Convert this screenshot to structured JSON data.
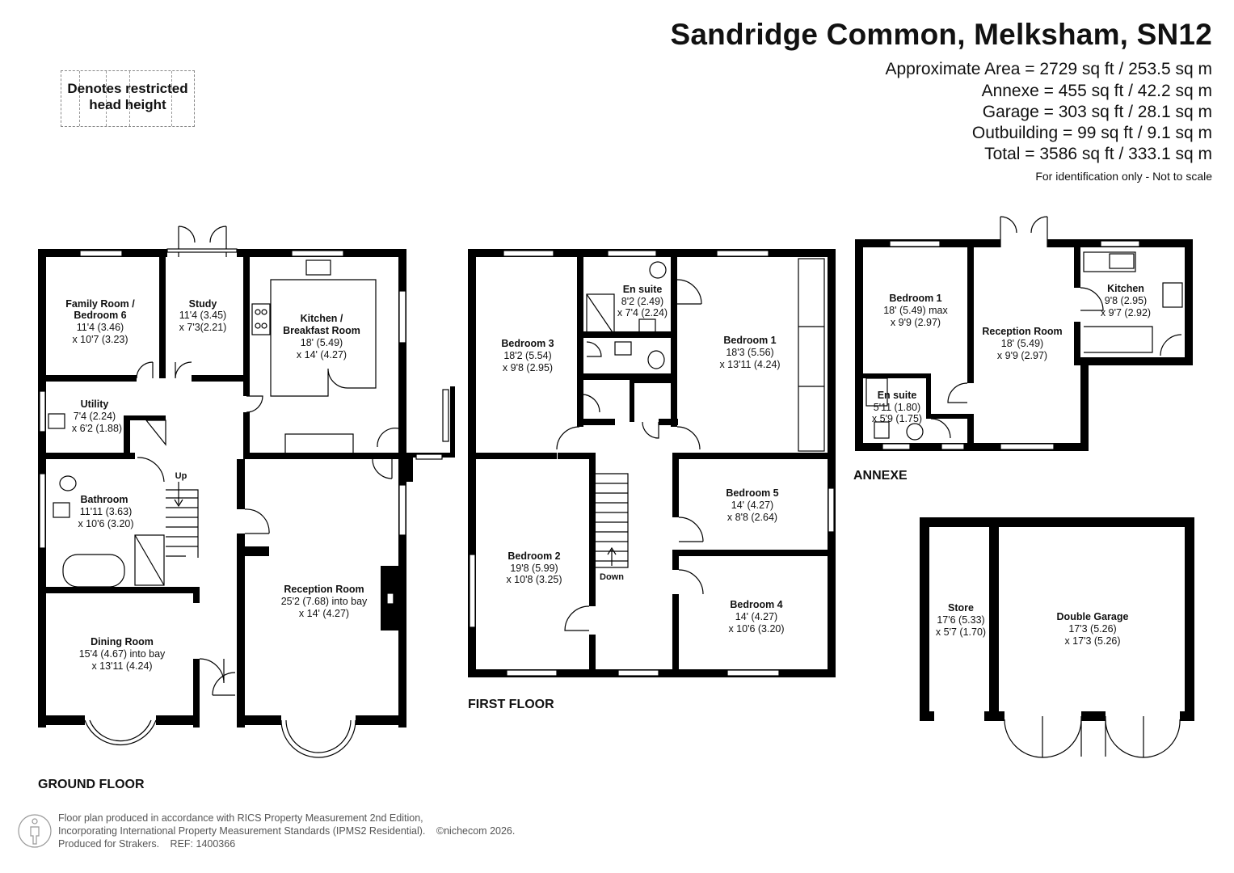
{
  "header": {
    "title": "Sandridge Common, Melksham, SN12",
    "approx_area": "Approximate Area = 2729 sq ft / 253.5 sq m",
    "annexe_area": "Annexe = 455 sq ft / 42.2 sq m",
    "garage_area": "Garage = 303 sq ft / 28.1 sq m",
    "outbuilding_area": "Outbuilding = 99 sq ft / 9.1 sq m",
    "total_area": "Total = 3586 sq ft / 333.1 sq m",
    "note": "For identification only - Not to scale"
  },
  "legend": {
    "line1": "Denotes restricted",
    "line2": "head height"
  },
  "floors": {
    "ground": "GROUND FLOOR",
    "first": "FIRST FLOOR",
    "annexe": "ANNEXE"
  },
  "rooms": {
    "family": {
      "name1": "Family Room /",
      "name2": "Bedroom 6",
      "dim1": "11'4 (3.46)",
      "dim2": "x 10'7 (3.23)"
    },
    "study": {
      "name": "Study",
      "dim1": "11'4 (3.45)",
      "dim2": "x 7'3(2.21)"
    },
    "kitchen_breakfast": {
      "name1": "Kitchen /",
      "name2": "Breakfast Room",
      "dim1": "18' (5.49)",
      "dim2": "x 14' (4.27)"
    },
    "utility": {
      "name": "Utility",
      "dim1": "7'4 (2.24)",
      "dim2": "x 6'2 (1.88)"
    },
    "bathroom": {
      "name": "Bathroom",
      "dim1": "11'11 (3.63)",
      "dim2": "x 10'6 (3.20)"
    },
    "dining": {
      "name": "Dining Room",
      "dim1": "15'4 (4.67) into bay",
      "dim2": "x 13'11 (4.24)"
    },
    "reception": {
      "name": "Reception Room",
      "dim1": "25'2 (7.68) into bay",
      "dim2": "x 14' (4.27)"
    },
    "up_label": "Up",
    "bedroom3": {
      "name": "Bedroom 3",
      "dim1": "18'2 (5.54)",
      "dim2": "x 9'8 (2.95)"
    },
    "ensuite_ff": {
      "name": "En suite",
      "dim1": "8'2 (2.49)",
      "dim2": "x 7'4 (2.24)"
    },
    "bedroom1_ff": {
      "name": "Bedroom 1",
      "dim1": "18'3 (5.56)",
      "dim2": "x 13'11 (4.24)"
    },
    "bedroom5": {
      "name": "Bedroom 5",
      "dim1": "14' (4.27)",
      "dim2": "x 8'8 (2.64)"
    },
    "bedroom2": {
      "name": "Bedroom 2",
      "dim1": "19'8 (5.99)",
      "dim2": "x 10'8 (3.25)"
    },
    "bedroom4": {
      "name": "Bedroom 4",
      "dim1": "14' (4.27)",
      "dim2": "x 10'6 (3.20)"
    },
    "down_label": "Down",
    "annexe_bedroom1": {
      "name": "Bedroom 1",
      "dim1": "18' (5.49) max",
      "dim2": "x 9'9 (2.97)"
    },
    "annexe_reception": {
      "name": "Reception Room",
      "dim1": "18' (5.49)",
      "dim2": "x 9'9 (2.97)"
    },
    "annexe_kitchen": {
      "name": "Kitchen",
      "dim1": "9'8 (2.95)",
      "dim2": "x 9'7 (2.92)"
    },
    "annexe_ensuite": {
      "name": "En suite",
      "dim1": "5'11 (1.80)",
      "dim2": "x 5'9 (1.75)"
    },
    "store": {
      "name": "Store",
      "dim1": "17'6 (5.33)",
      "dim2": "x 5'7 (1.70)"
    },
    "garage": {
      "name": "Double Garage",
      "dim1": "17'3 (5.26)",
      "dim2": "x 17'3 (5.26)"
    }
  },
  "footer": {
    "line1": "Floor plan produced in accordance with RICS Property Measurement 2nd Edition,",
    "line2": "Incorporating International Property Measurement Standards (IPMS2 Residential).",
    "copyright": "©nichecom 2026.",
    "line3": "Produced for Strakers.",
    "ref": "REF: 1400366"
  },
  "colors": {
    "wall": "#000000",
    "text": "#111111",
    "footer_text": "#555555"
  }
}
